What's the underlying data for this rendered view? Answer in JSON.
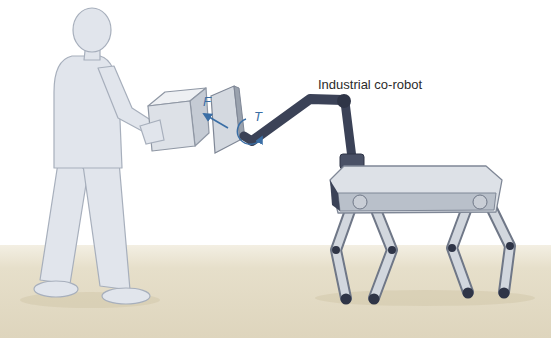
{
  "diagram": {
    "labels": [
      "F",
      "T",
      "Industrial co-robot"
    ]
  }
}
